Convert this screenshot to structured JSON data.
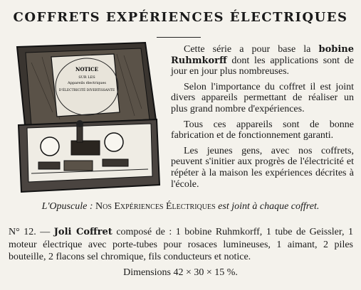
{
  "title": "COFFRETS EXPÉRIENCES ÉLECTRIQUES",
  "box_label": [
    "NOTICE",
    "SUR LES",
    "Appareils électriques",
    "D'ÉLECTRICITÉ DIVERTISSANTE"
  ],
  "description": {
    "p1_a": "Cette série a pour base la ",
    "p1_bold": "bobine Ruhmkorff",
    "p1_b": " dont les applications sont de jour en jour plus nombreuses.",
    "p2": "Selon l'importance du coffret il est joint divers appareils permettant de réaliser un plus grand nombre d'expériences.",
    "p3": "Tous ces appareils sont de bonne fabrication et de fonctionnement garanti.",
    "p4": "Les jeunes gens, avec nos coffrets, peuvent s'initier aux progrès de l'électricité et répéter à la maison les expériences décrites à l'école."
  },
  "opuscule": {
    "a": "L'Opuscule : ",
    "b": "Nos Expériences Électriques",
    "c": " est joint à chaque coffret."
  },
  "item": {
    "number": "N° 12. — ",
    "name": "Joli Coffret",
    "text": " composé de : 1 bobine Ruhmkorff, 1 tube de Geissler, 1 moteur électrique avec porte-tubes pour rosaces lumineuses, 1 aimant, 2 piles bouteille, 2 flacons sel chromique, fils conducteurs et notice."
  },
  "dimensions": "Dimensions 42 × 30 × 15 %."
}
